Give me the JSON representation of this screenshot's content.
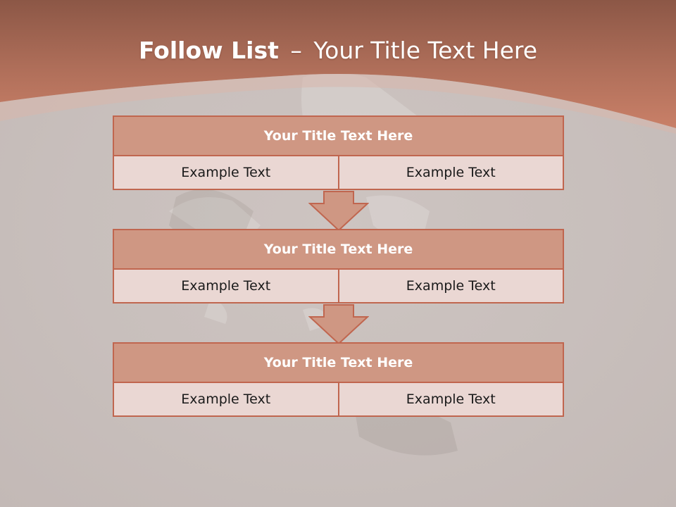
{
  "slide": {
    "title_bold": "Follow List",
    "title_dash": "–",
    "title_rest": "Your Title Text Here"
  },
  "blocks": [
    {
      "title": "Your Title Text Here",
      "left": "Example Text",
      "right": "Example Text"
    },
    {
      "title": "Your Title Text Here",
      "left": "Example Text",
      "right": "Example Text"
    },
    {
      "title": "Your Title Text Here",
      "left": "Example Text",
      "right": "Example Text"
    }
  ],
  "colors": {
    "header_band": "#b8705a",
    "title_cell": "#cf9783",
    "body_cell": "#ead7d3",
    "border": "#c0664f",
    "background": "#c8bfbb"
  }
}
